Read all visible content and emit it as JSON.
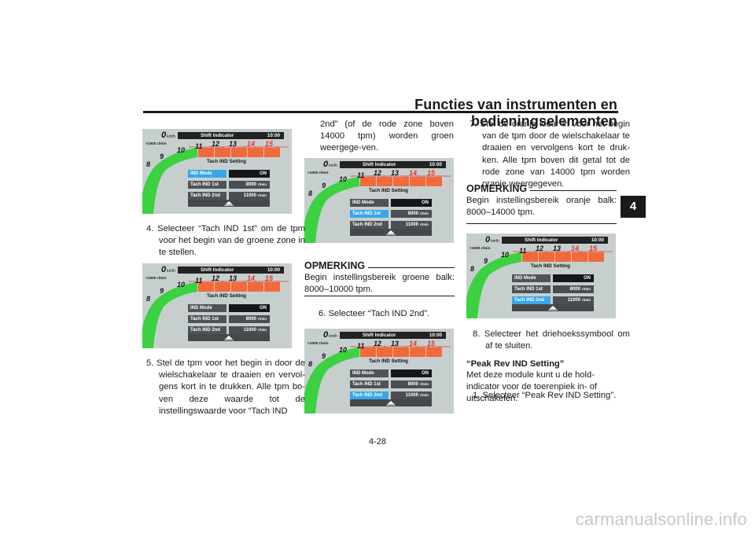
{
  "header": {
    "title": "Functies van instrumenten en bedieningselementen"
  },
  "chapter_tab": "4",
  "page_number": "4-28",
  "watermark": "carmanualsonline.info",
  "dashboard": {
    "speed": "0",
    "speed_unit": "km/h",
    "title": "Shift Indicator",
    "clock": "10:00",
    "rpm_unit": "×1000 r/min",
    "rpm_labels": [
      "8",
      "9",
      "10",
      "11",
      "12",
      "13",
      "14",
      "15"
    ],
    "setting_title": "Tach IND Setting",
    "items": [
      "IND Mode",
      "Tach IND 1st",
      "Tach IND 2nd"
    ],
    "mode_value": "ON",
    "first_value": "8000",
    "second_value": "11000",
    "value_unit": "r/min",
    "colors": {
      "panel": "#c7cfce",
      "green": "#3bd140",
      "orange": "#f2693a",
      "red_numbers": "#e8332a",
      "highlight": "#3aa6e8"
    }
  },
  "figures": [
    {
      "id": "fig1",
      "selected": "IND Mode",
      "orange_cells": 5
    },
    {
      "id": "fig2",
      "selected": "none",
      "orange_cells": 5
    },
    {
      "id": "fig3",
      "selected": "Tach IND 1st",
      "orange_cells": 5
    },
    {
      "id": "fig4",
      "selected": "Tach IND 2nd",
      "orange_cells": 5
    },
    {
      "id": "fig5",
      "selected": "Tach IND 2nd",
      "orange_cells": 5
    }
  ],
  "col1": {
    "step4": "4. Selecteer “Tach IND 1st” om de tpm voor het begin van de groene zone in te stellen.",
    "step5": "5. Stel de tpm voor het begin in door de wielschakelaar te draaien en vervol-gens kort in te drukken. Alle tpm bo-ven deze waarde tot de instellingswaarde voor “Tach IND"
  },
  "col2": {
    "cont": "2nd” (of de rode zone boven 14000 tpm) worden groen weergege-ven.",
    "note_title": "OPMERKING",
    "note": "Begin instellingsbereik groene balk: 8000–10000 tpm.",
    "step6": "6. Selecteer “Tach IND 2nd”."
  },
  "col3": {
    "step7": "7. Stel de oranje kleur in voor het begin van de tpm door de wielschakelaar te draaien en vervolgens kort te druk-ken. Alle tpm boven dit getal tot de rode zone van 14000 tpm worden oranje weergegeven.",
    "note_title": "OPMERKING",
    "note": "Begin instellingsbereik oranje balk: 8000–14000 tpm.",
    "step8": "8. Selecteer het driehoekssymbool om af te sluiten.",
    "peak_title": "“Peak Rev IND Setting”",
    "peak_text": "Met deze module kunt u de hold-indicator voor de toerenpiek in- of uitschakelen.",
    "step1": "1. Selecteer “Peak Rev IND Setting”."
  }
}
